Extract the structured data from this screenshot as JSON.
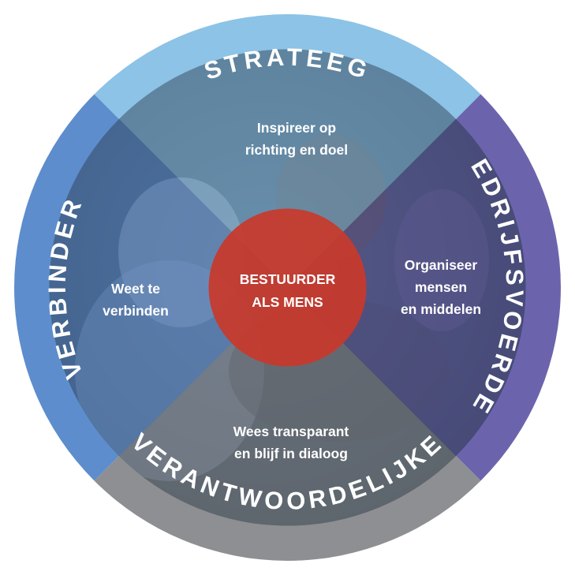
{
  "diagram": {
    "center": {
      "line1": "BESTUURDER",
      "line2": "ALS MENS",
      "color": "#c8392b"
    },
    "roles": {
      "top": {
        "label": "STRATEEG",
        "color": "#8cc3e6"
      },
      "right": {
        "label": "BEDRIJFSVOERDER",
        "color": "#6b64ad"
      },
      "bottom": {
        "label": "VERANTWOORDELIJKE",
        "color": "#8e8f92"
      },
      "left": {
        "label": "VERBINDER",
        "color": "#5d8dcc"
      }
    },
    "segments": {
      "top": {
        "line1": "Inspireer op",
        "line2": "richting en doel"
      },
      "right": {
        "line1": "Organiseer",
        "line2": "mensen",
        "line3": "en middelen"
      },
      "bottom": {
        "line1": "Wees transparant",
        "line2": "en blijf in dialoog"
      },
      "left": {
        "line1": "Weet te",
        "line2": "verbinden"
      }
    }
  }
}
